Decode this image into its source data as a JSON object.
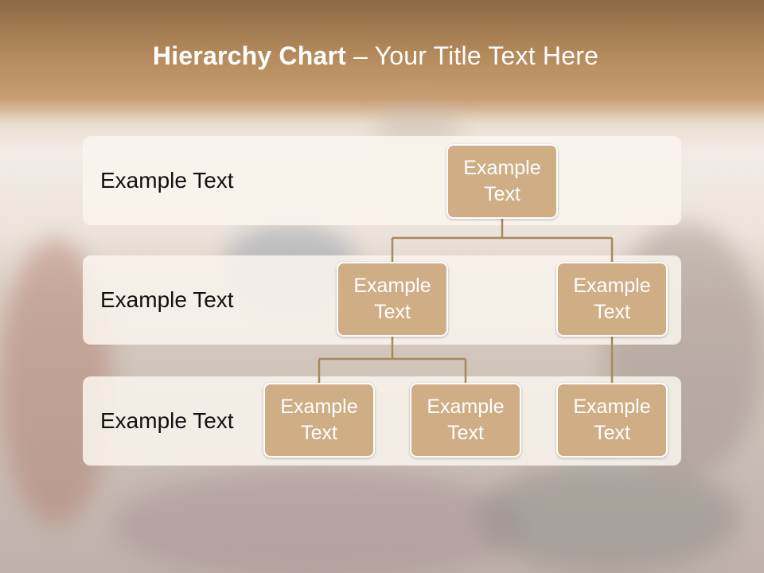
{
  "slide": {
    "title_bold": "Hierarchy Chart",
    "title_rest": " – Your Title Text Here"
  },
  "bands": [
    {
      "label": "Example Text"
    },
    {
      "label": "Example Text"
    },
    {
      "label": "Example Text"
    }
  ],
  "nodes": {
    "root": {
      "text": "Example Text"
    },
    "level2_left": {
      "text": "Example Text"
    },
    "level2_right": {
      "text": "Example Text"
    },
    "level3_left": {
      "text": "Example Text"
    },
    "level3_middle": {
      "text": "Example Text"
    },
    "level3_right": {
      "text": "Example Text"
    }
  },
  "colors": {
    "node_fill": "#cfae86",
    "connector": "#a8885e",
    "header": "#b58a5c"
  }
}
